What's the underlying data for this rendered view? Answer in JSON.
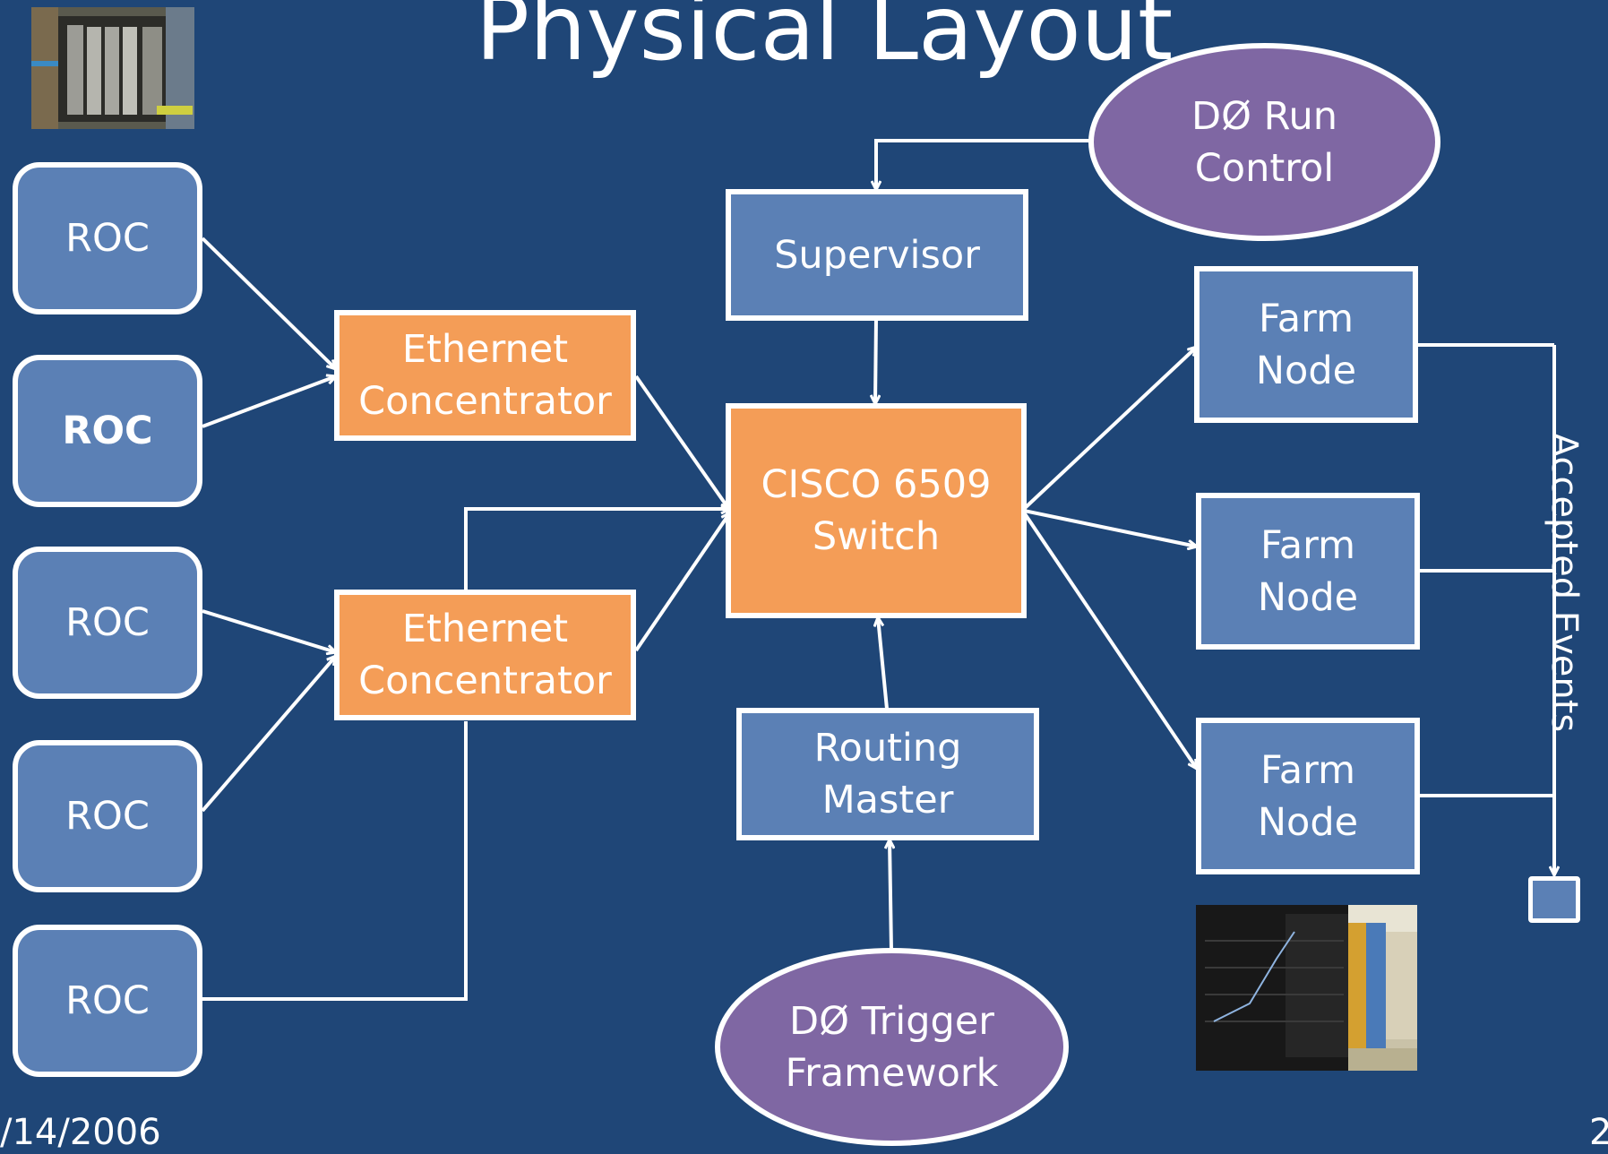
{
  "title": "Physical Layout",
  "roc_labels": [
    "ROC",
    "ROC",
    "ROC",
    "ROC",
    "ROC"
  ],
  "ethernet_concentrator_labels": [
    "Ethernet\nConcentrator",
    "Ethernet\nConcentrator"
  ],
  "switch_label": "CISCO 6509\nSwitch",
  "supervisor_label": "Supervisor",
  "run_control_label": "DØ Run\nControl",
  "routing_master_label": "Routing\nMaster",
  "trigger_framework_label": "DØ Trigger\nFramework",
  "farm_node_labels": [
    "Farm\nNode",
    "Farm\nNode",
    "Farm\nNode"
  ],
  "accepted_events_label": "Accepted Events",
  "footer": {
    "date": "/14/2006",
    "page": "2"
  },
  "colors": {
    "background": "#1f4677",
    "node_blue": "#5b80b5",
    "concentrator_orange": "#f49d57",
    "ellipse_purple": "#7f67a3"
  }
}
